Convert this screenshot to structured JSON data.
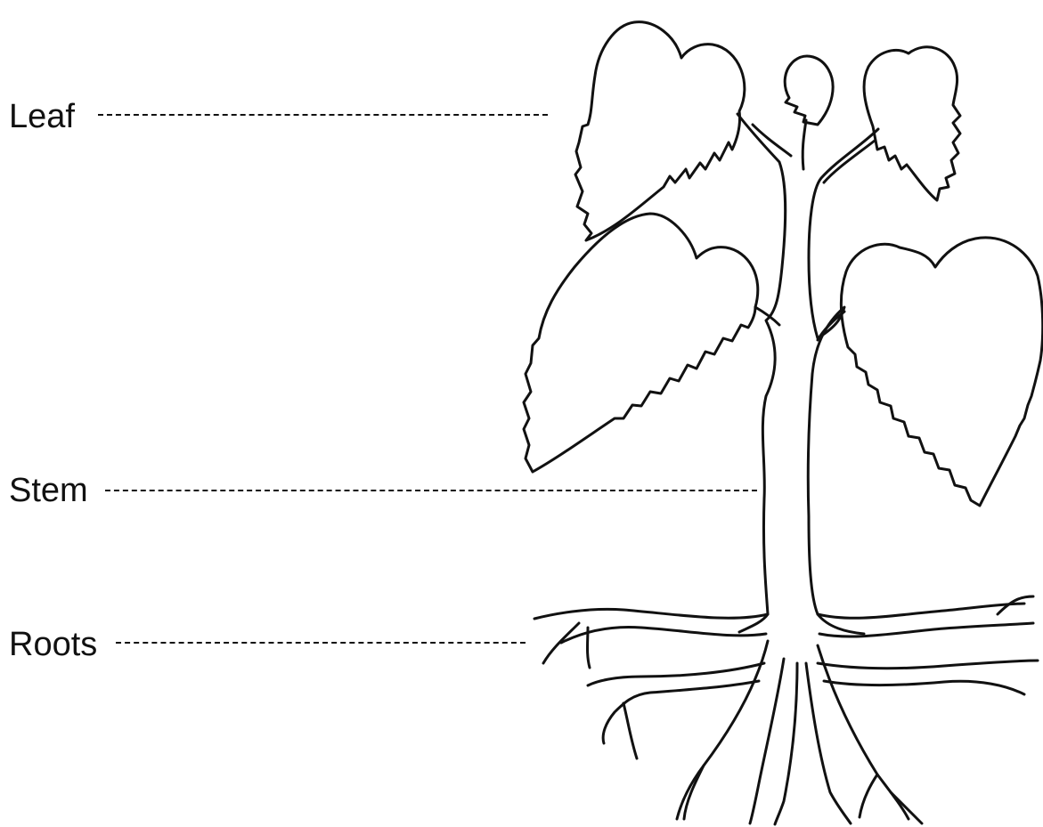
{
  "diagram": {
    "labels": {
      "leaf": "Leaf",
      "stem": "Stem",
      "roots": "Roots"
    },
    "colors": {
      "line": "#111111",
      "background": "#ffffff"
    }
  }
}
